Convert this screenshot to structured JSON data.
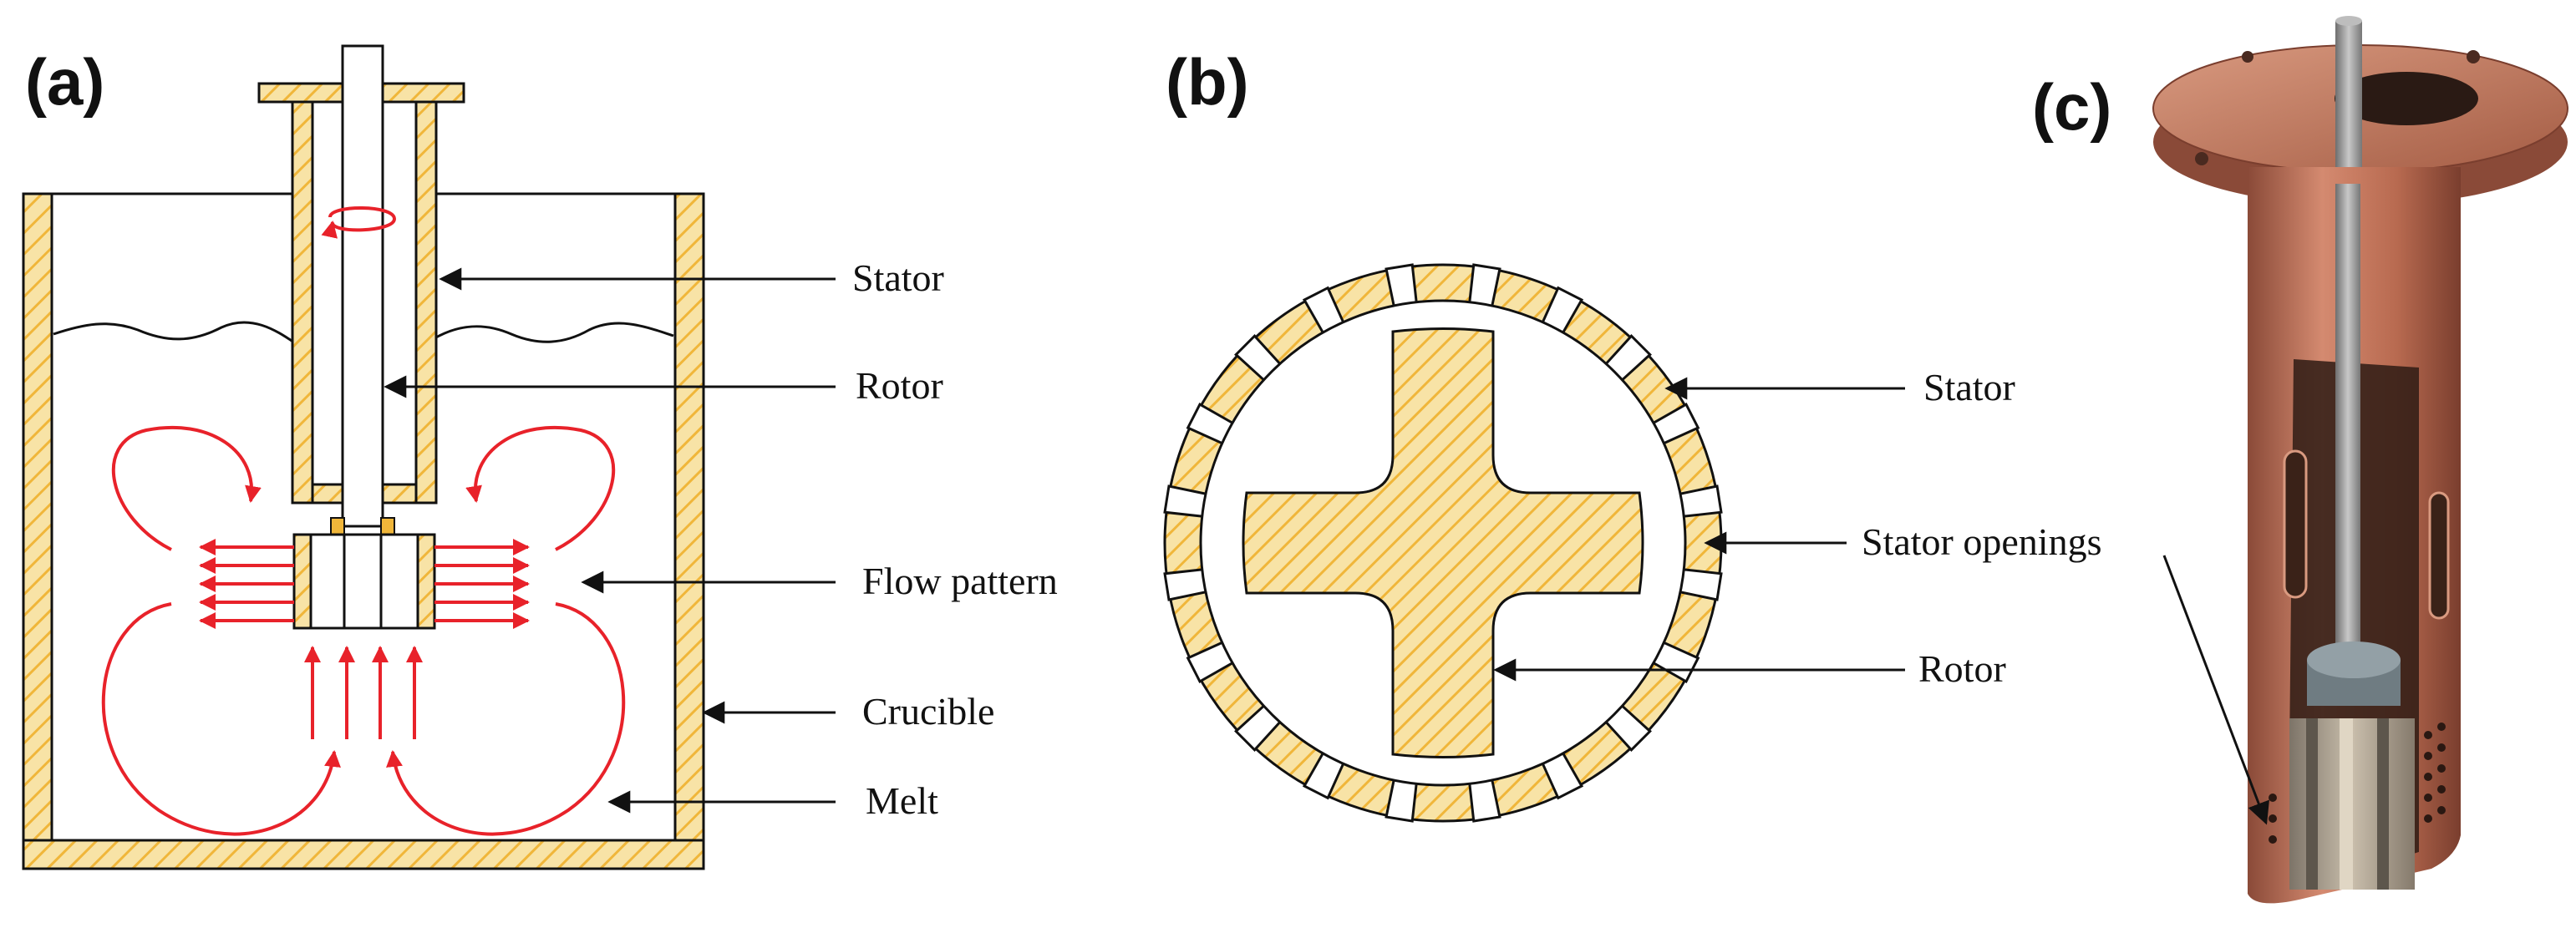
{
  "panels": {
    "a": {
      "tag": "(a)",
      "labels": {
        "stator": "Stator",
        "rotor": "Rotor",
        "flow_pattern": "Flow pattern",
        "crucible": "Crucible",
        "melt": "Melt"
      }
    },
    "b": {
      "tag": "(b)",
      "labels": {
        "stator": "Stator",
        "stator_openings": "Stator openings",
        "rotor": "Rotor"
      }
    },
    "c": {
      "tag": "(c)"
    }
  },
  "colors": {
    "hatch_fill": "#f8e3a6",
    "hatch_line": "#f0b63a",
    "flow_arrows": "#e8222a",
    "copper": "#b86a50",
    "outline": "#111111"
  }
}
